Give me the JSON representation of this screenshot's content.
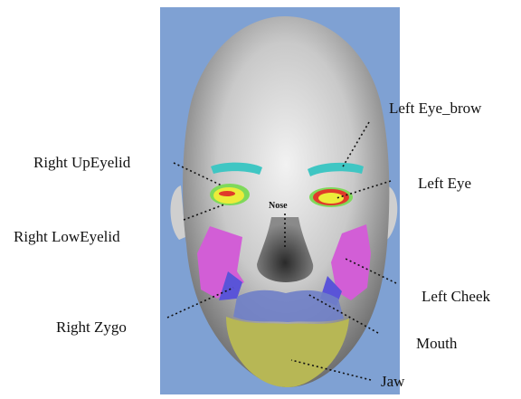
{
  "labels": {
    "left_eye_brow": "Left Eye_brow",
    "right_upeyelid": "Right UpEyelid",
    "left_eye": "Left Eye",
    "nose": "Nose",
    "right_loweyelid": "Right LowEyelid",
    "left_cheek": "Left Cheek",
    "right_zygo": "Right Zygo",
    "mouth": "Mouth",
    "jaw": "Jaw"
  },
  "colors": {
    "background_panel": "#7fa1d3",
    "face": "#c8c8c8",
    "eye_brow": "#3fc6c3",
    "eye_yellow": "#ecec3a",
    "eye_red": "#e03a2a",
    "eyelid_green": "#7fd95a",
    "cheek": "#d25ed6",
    "zygo": "#5a54d8",
    "mouth": "#6f7fc8",
    "jaw": "#b7b755"
  }
}
